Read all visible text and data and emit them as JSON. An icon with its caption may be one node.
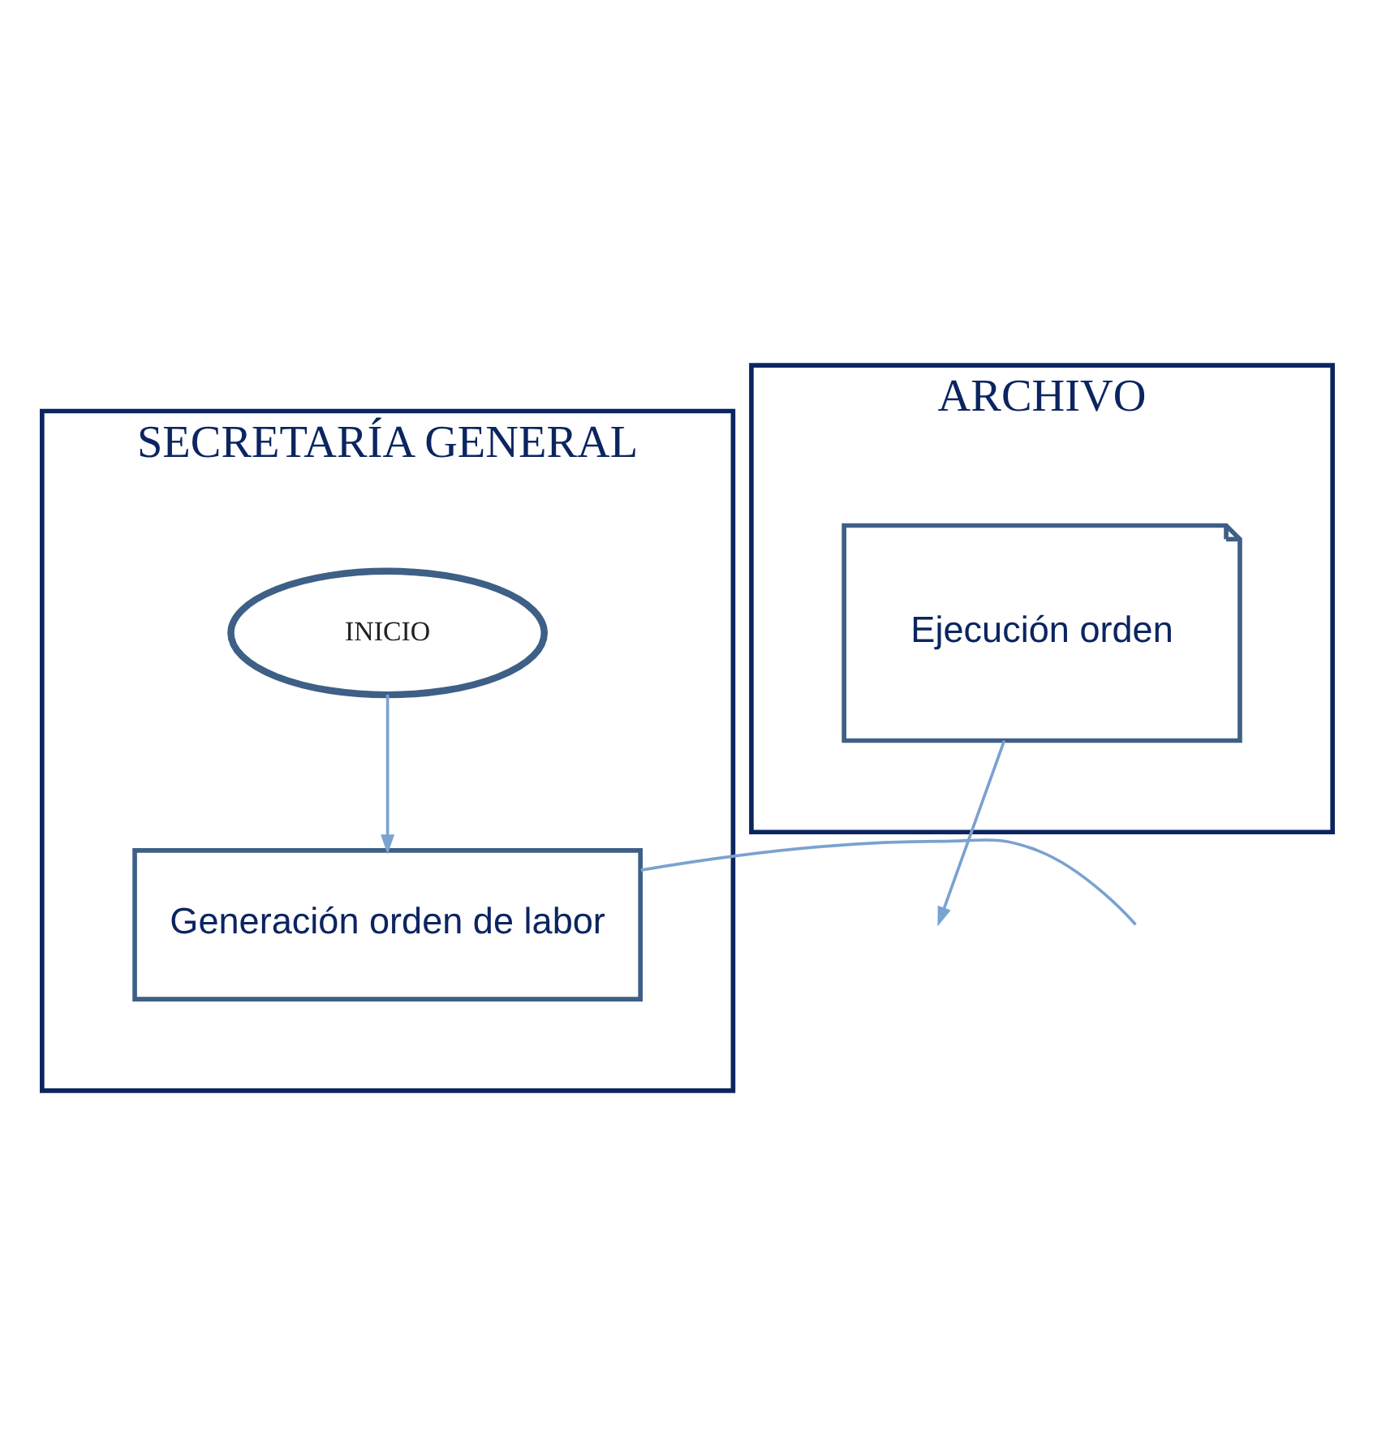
{
  "diagram": {
    "nodes": [
      {
        "text": [
          "SECRETARÍA GENERAL"
        ]
      },
      {
        "text": [
          "ARCHIVO"
        ]
      },
      {
        "text": [
          "INICIO"
        ],
        "in": 0
      },
      {
        "text": [
          "Generación orden de labor"
        ],
        "in": 0
      },
      {
        "text": [
          "Ejecución orden"
        ],
        "in": 1
      }
    ],
    "edges": [
      {
        "from": 2,
        "to": 3,
        "arrow": "to"
      },
      {
        "from": 3,
        "to": null,
        "arrow": "none"
      },
      {
        "from": 4,
        "to": null,
        "arrow": "to"
      }
    ]
  }
}
